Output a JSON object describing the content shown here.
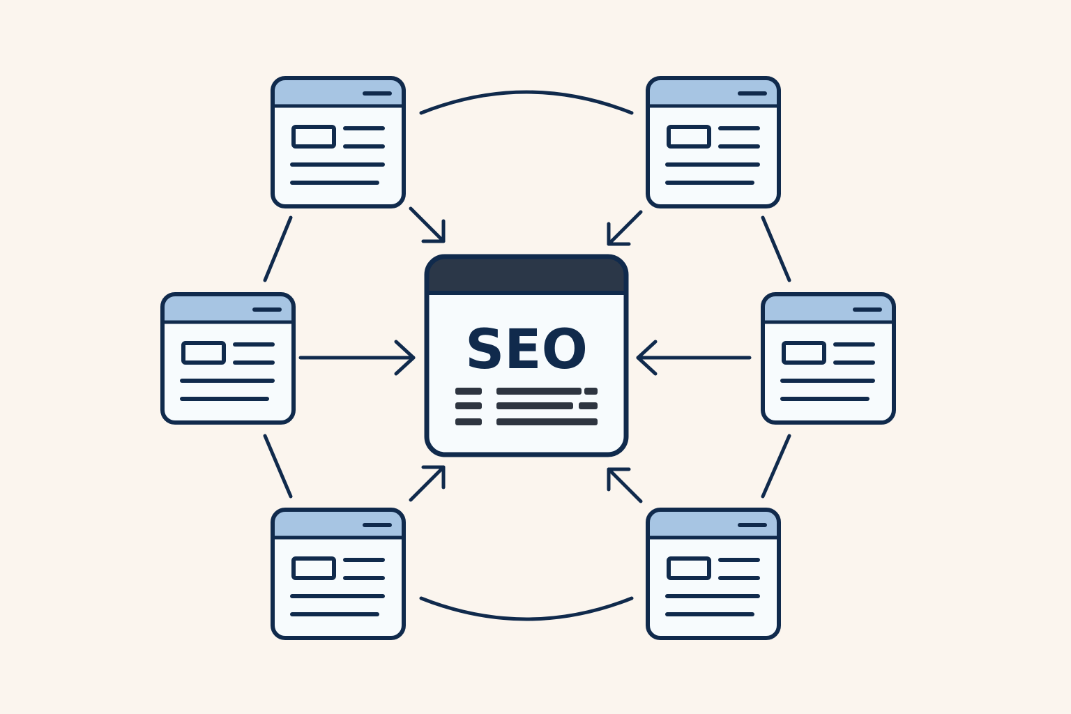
{
  "colors": {
    "background": "#FBF5EE",
    "stroke": "#102A4C",
    "window_fill": "#F7FBFD",
    "title_bar_light": "#A7C5E3",
    "title_bar_dark": "#2B3748",
    "placeholder_text": "#2E3540"
  },
  "hub": {
    "label": "SEO"
  },
  "pages": [
    {
      "id": "page-top-left"
    },
    {
      "id": "page-top-right"
    },
    {
      "id": "page-mid-left"
    },
    {
      "id": "page-mid-right"
    },
    {
      "id": "page-bottom-left"
    },
    {
      "id": "page-bottom-right"
    }
  ],
  "links": {
    "arrows_to_hub": [
      "page-top-left",
      "page-top-right",
      "page-mid-left",
      "page-mid-right",
      "page-bottom-left",
      "page-bottom-right"
    ],
    "connectors": [
      [
        "page-top-left",
        "page-top-right"
      ],
      [
        "page-top-left",
        "page-mid-left"
      ],
      [
        "page-mid-left",
        "page-bottom-left"
      ],
      [
        "page-bottom-left",
        "page-bottom-right"
      ],
      [
        "page-top-right",
        "page-mid-right"
      ],
      [
        "page-mid-right",
        "page-bottom-right"
      ]
    ]
  }
}
